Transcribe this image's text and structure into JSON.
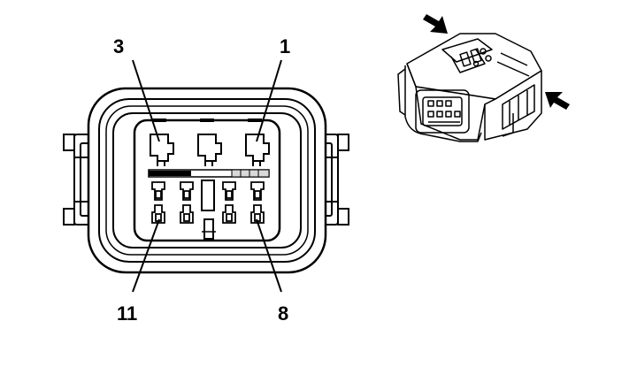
{
  "connector_face": {
    "pin_labels": {
      "top_left": "3",
      "top_right": "1",
      "bottom_left": "11",
      "bottom_right": "8"
    }
  },
  "colors": {
    "line": "#000000",
    "background": "#ffffff",
    "shading": "#d9d9d9"
  },
  "icons": {
    "insertion_arrows": "arrow-icon"
  }
}
